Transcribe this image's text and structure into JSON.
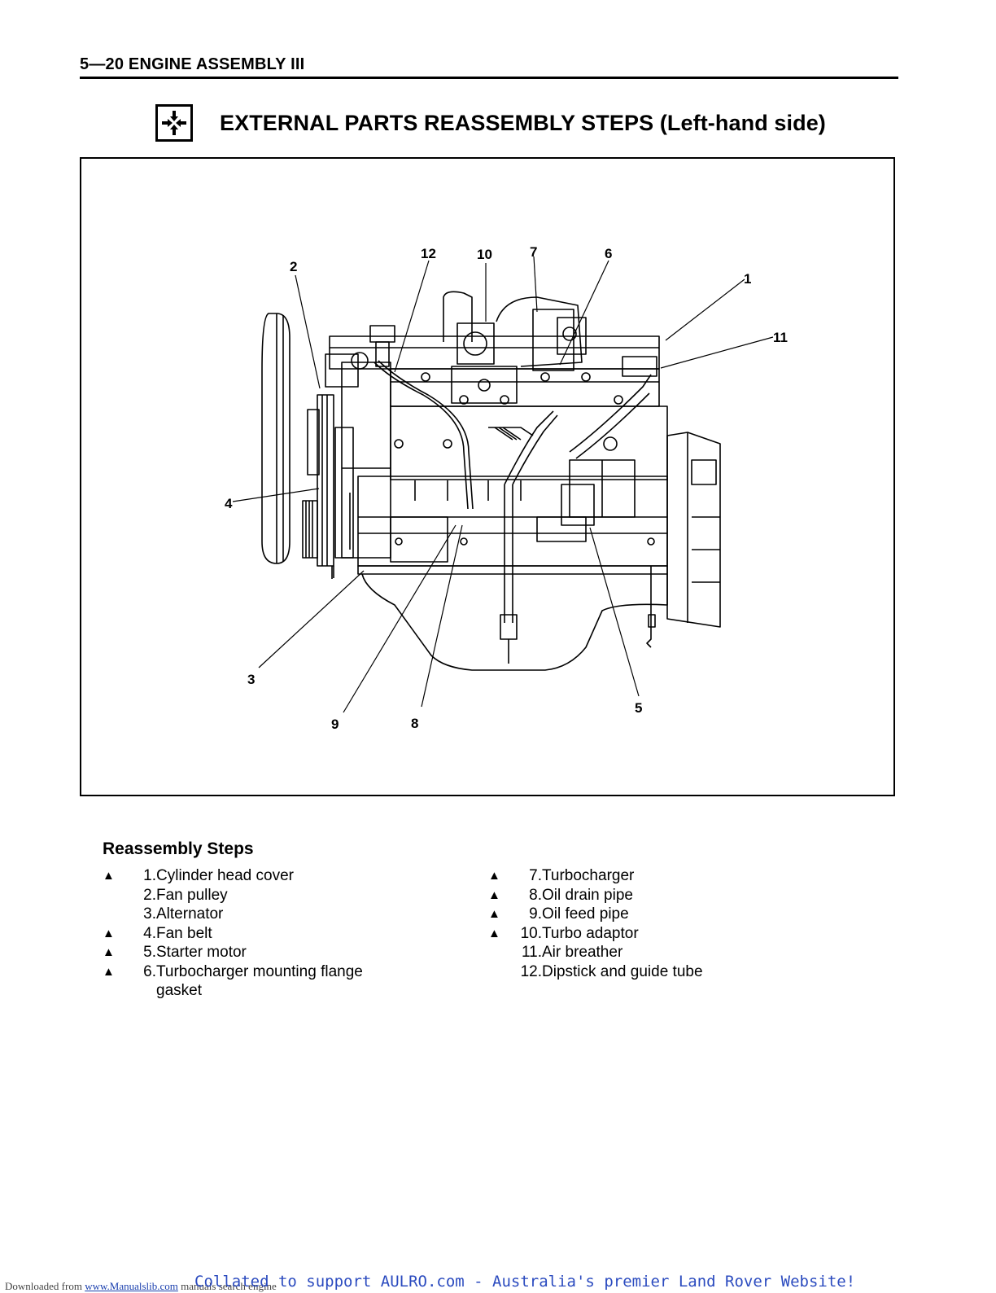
{
  "header": {
    "section": "5—20 ENGINE ASSEMBLY III"
  },
  "title": {
    "icon": "reassembly-arrows-icon",
    "text": "EXTERNAL PARTS REASSEMBLY STEPS (Left-hand side)"
  },
  "figure": {
    "callouts": {
      "c1": "1",
      "c2": "2",
      "c3": "3",
      "c4": "4",
      "c5": "5",
      "c6": "6",
      "c7": "7",
      "c8": "8",
      "c9": "9",
      "c10": "10",
      "c11": "11",
      "c12": "12"
    }
  },
  "steps": {
    "heading": "Reassembly Steps",
    "left": [
      {
        "mark": "▲",
        "num": "1.",
        "text": "Cylinder head cover"
      },
      {
        "mark": "",
        "num": "2.",
        "text": "Fan pulley"
      },
      {
        "mark": "",
        "num": "3.",
        "text": "Alternator"
      },
      {
        "mark": "▲",
        "num": "4.",
        "text": "Fan belt"
      },
      {
        "mark": "▲",
        "num": "5.",
        "text": "Starter motor"
      },
      {
        "mark": "▲",
        "num": "6.",
        "text": "Turbocharger mounting flange"
      },
      {
        "mark": "",
        "num": "",
        "text": "gasket"
      }
    ],
    "right": [
      {
        "mark": "▲",
        "num": "7.",
        "text": "Turbocharger"
      },
      {
        "mark": "▲",
        "num": "8.",
        "text": "Oil drain pipe"
      },
      {
        "mark": "▲",
        "num": "9.",
        "text": "Oil feed pipe"
      },
      {
        "mark": "▲",
        "num": "10.",
        "text": "Turbo adaptor"
      },
      {
        "mark": "",
        "num": "11.",
        "text": "Air breather"
      },
      {
        "mark": "",
        "num": "12.",
        "text": "Dipstick and guide tube"
      }
    ]
  },
  "footer": {
    "prefix": "Downloaded from ",
    "link": "www.Manualslib.com",
    "suffix": " manuals search engine",
    "banner": "Collated to support AULRO.com - Australia's premier Land Rover Website!"
  }
}
